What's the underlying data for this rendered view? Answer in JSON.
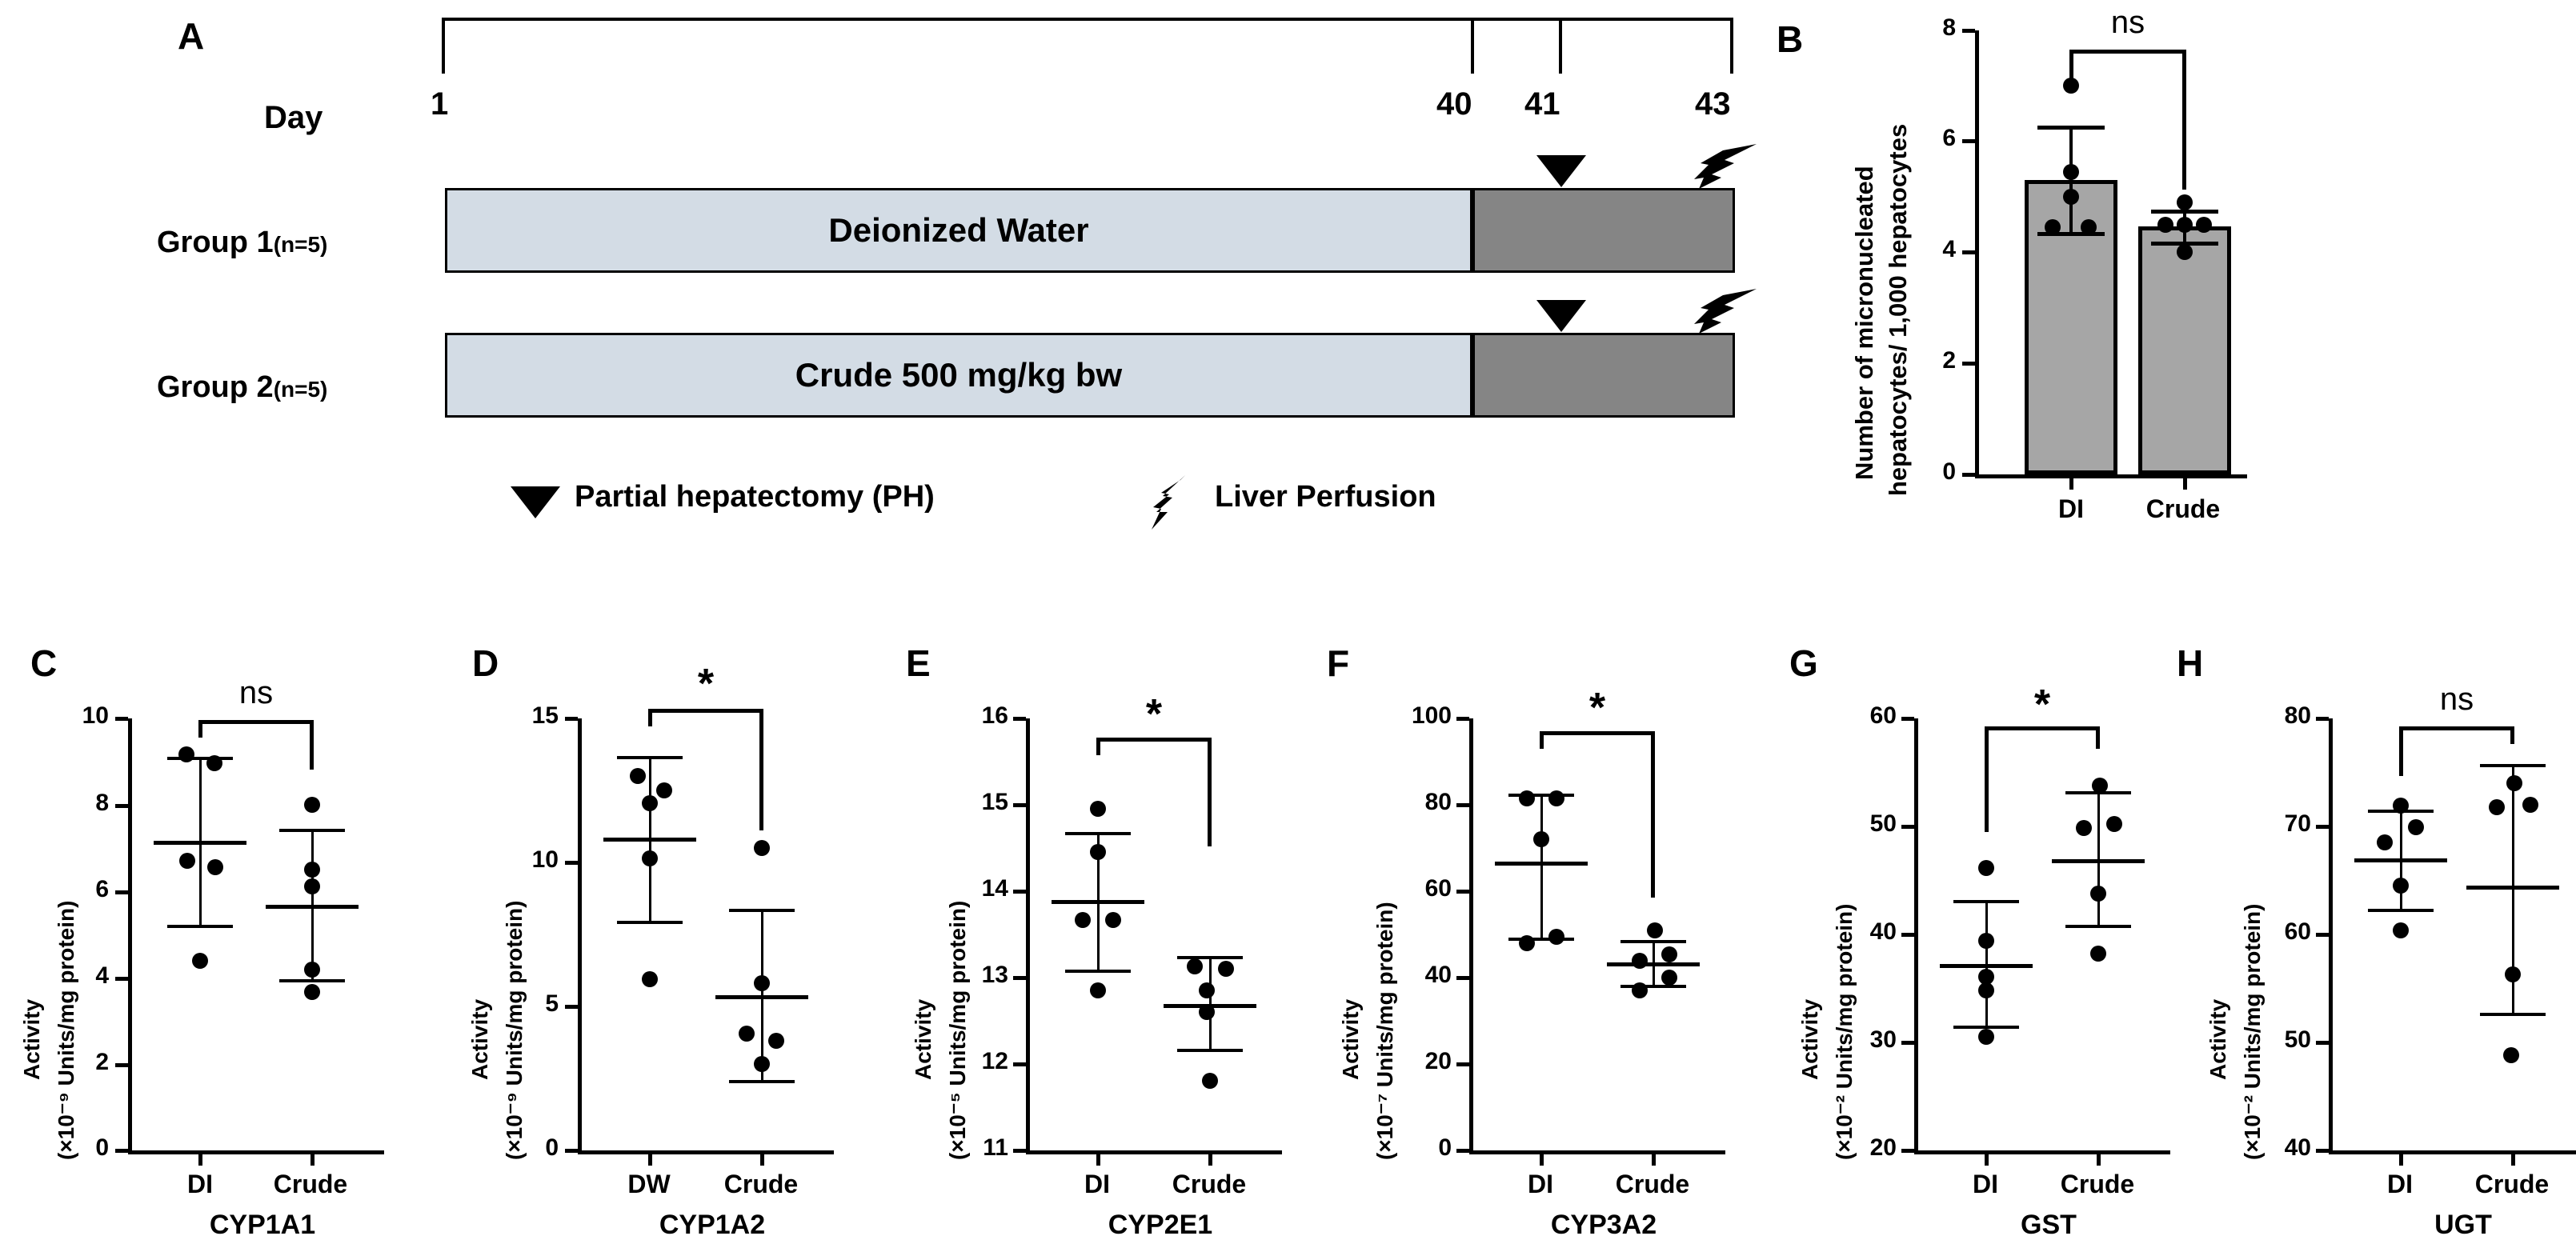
{
  "figure": {
    "panels": [
      "A",
      "B",
      "C",
      "D",
      "E",
      "F",
      "G",
      "H"
    ]
  },
  "panelA": {
    "letter": "A",
    "day_word": "Day",
    "day_marks": [
      "1",
      "40",
      "41",
      "43"
    ],
    "groups": [
      {
        "label_main": "Group 1",
        "label_n": "(n=5)",
        "treatment": "Deionized Water"
      },
      {
        "label_main": "Group 2",
        "label_n": "(n=5)",
        "treatment": "Crude 500 mg/kg bw"
      }
    ],
    "legend": [
      {
        "icon": "triangle-down-icon",
        "text": "Partial hepatectomy (PH)"
      },
      {
        "icon": "lightning-bolt-icon",
        "text": "Liver Perfusion"
      }
    ]
  },
  "panelB": {
    "letter": "B",
    "chart_data": {
      "type": "bar",
      "title": "",
      "ylabel": "Number of  micronucleated hepatocytes/ 1,000 hepatocytes",
      "ylabel_line1": "Number of  micronucleated",
      "ylabel_line2": "hepatocytes/ 1,000 hepatocytes",
      "xlabel": "",
      "categories": [
        "DI",
        "Crude"
      ],
      "values": [
        5.3,
        4.47
      ],
      "errors": [
        0.97,
        0.3
      ],
      "points": [
        [
          7.0,
          5.45,
          5.0,
          4.45,
          4.45
        ],
        [
          4.9,
          4.5,
          4.5,
          4.5,
          4.0
        ]
      ],
      "yticks": [
        "0",
        "2",
        "4",
        "6",
        "8"
      ],
      "ylim": [
        0,
        8
      ],
      "significance": "ns",
      "grid": false,
      "legend": "none"
    }
  },
  "panelC": {
    "letter": "C",
    "chart_data": {
      "type": "scatter",
      "ylabel_line1": "Activity",
      "ylabel_line2": "(×10⁻⁹ Units/mg protein)",
      "exponent": "-9",
      "categories": [
        "DI",
        "Crude"
      ],
      "name": "CYP1A1",
      "means": [
        7.15,
        5.68
      ],
      "err_hi": [
        9.1,
        7.45
      ],
      "err_lo": [
        5.2,
        3.9
      ],
      "points": [
        [
          9.15,
          8.95,
          6.7,
          6.55,
          4.4
        ],
        [
          8.0,
          6.5,
          6.1,
          4.2,
          3.65
        ]
      ],
      "yticks": [
        "0",
        "2",
        "4",
        "6",
        "8",
        "10"
      ],
      "ylim": [
        0,
        10
      ],
      "significance": "ns",
      "grid": false
    }
  },
  "panelD": {
    "letter": "D",
    "chart_data": {
      "type": "scatter",
      "ylabel_line1": "Activity",
      "ylabel_line2": "(×10⁻⁹ Units/mg protein)",
      "exponent": "-9",
      "categories": [
        "DW",
        "Crude"
      ],
      "name": "CYP1A2",
      "means": [
        10.85,
        5.4
      ],
      "err_hi": [
        13.7,
        8.4
      ],
      "err_lo": [
        7.95,
        2.4
      ],
      "points": [
        [
          13.0,
          12.5,
          12.05,
          10.15,
          5.95
        ],
        [
          10.5,
          5.8,
          4.05,
          3.8,
          3.0
        ]
      ],
      "yticks": [
        "0",
        "5",
        "10",
        "15"
      ],
      "ylim": [
        0,
        15
      ],
      "significance": "*",
      "grid": false
    }
  },
  "panelE": {
    "letter": "E",
    "chart_data": {
      "type": "scatter",
      "ylabel_line1": "Activity",
      "ylabel_line2": "(×10⁻⁵ Units/mg protein)",
      "exponent": "-5",
      "categories": [
        "DI",
        "Crude"
      ],
      "name": "CYP2E1",
      "means": [
        13.9,
        12.7
      ],
      "err_hi": [
        14.7,
        13.25
      ],
      "err_lo": [
        13.1,
        12.15
      ],
      "points": [
        [
          14.95,
          14.45,
          13.67,
          13.65,
          12.85
        ],
        [
          13.13,
          13.1,
          12.85,
          12.6,
          11.8
        ]
      ],
      "yticks": [
        "11",
        "12",
        "13",
        "14",
        "15",
        "16"
      ],
      "ylim": [
        11,
        16
      ],
      "significance": "*",
      "grid": false
    }
  },
  "panelF": {
    "letter": "F",
    "chart_data": {
      "type": "scatter",
      "ylabel_line1": "Activity",
      "ylabel_line2": "(×10⁻⁷ Units/mg protein)",
      "exponent": "-7",
      "categories": [
        "DI",
        "Crude"
      ],
      "name": "CYP3A2",
      "means": [
        66.5,
        43.5
      ],
      "err_hi": [
        82.5,
        48.8
      ],
      "err_lo": [
        49.0,
        38.5
      ],
      "points": [
        [
          81.5,
          81.5,
          72.0,
          49.5,
          48.0
        ],
        [
          51.0,
          45.5,
          44.0,
          40.0,
          37.0
        ]
      ],
      "yticks": [
        "0",
        "20",
        "40",
        "60",
        "80",
        "100"
      ],
      "ylim": [
        0,
        100
      ],
      "significance": "*",
      "grid": false
    }
  },
  "panelG": {
    "letter": "G",
    "chart_data": {
      "type": "scatter",
      "ylabel_line1": "Activity",
      "ylabel_line2": "(×10⁻² Units/mg protein)",
      "exponent": "-2",
      "categories": [
        "DI",
        "Crude"
      ],
      "name": "GST",
      "means": [
        37.3,
        47.0
      ],
      "err_hi": [
        43.2,
        53.3
      ],
      "err_lo": [
        31.4,
        41.2
      ],
      "points": [
        [
          46.2,
          39.4,
          36.1,
          34.8,
          30.5
        ],
        [
          53.8,
          49.8,
          50.2,
          43.8,
          38.3
        ]
      ],
      "yticks": [
        "20",
        "30",
        "40",
        "50",
        "60"
      ],
      "ylim": [
        20,
        60
      ],
      "significance": "*",
      "grid": false
    }
  },
  "panelH": {
    "letter": "H",
    "chart_data": {
      "type": "scatter",
      "ylabel_line1": "Activity",
      "ylabel_line2": "(×10⁻² Units/mg protein)",
      "exponent": "-2",
      "categories": [
        "DI",
        "Crude"
      ],
      "name": "UGT",
      "means": [
        67.0,
        64.5
      ],
      "err_hi": [
        71.5,
        75.8
      ],
      "err_lo": [
        62.3,
        53.3
      ],
      "points": [
        [
          71.9,
          69.9,
          68.5,
          64.5,
          60.3
        ],
        [
          74.0,
          71.8,
          72.0,
          56.3,
          48.8
        ]
      ],
      "yticks": [
        "40",
        "50",
        "60",
        "70",
        "80"
      ],
      "ylim": [
        40,
        80
      ],
      "significance": "ns",
      "grid": false
    }
  },
  "colors": {
    "bar_light": "#d3dce5",
    "bar_dark": "#858585",
    "bar_gray": "#a6a6a6",
    "ink": "#000000"
  }
}
